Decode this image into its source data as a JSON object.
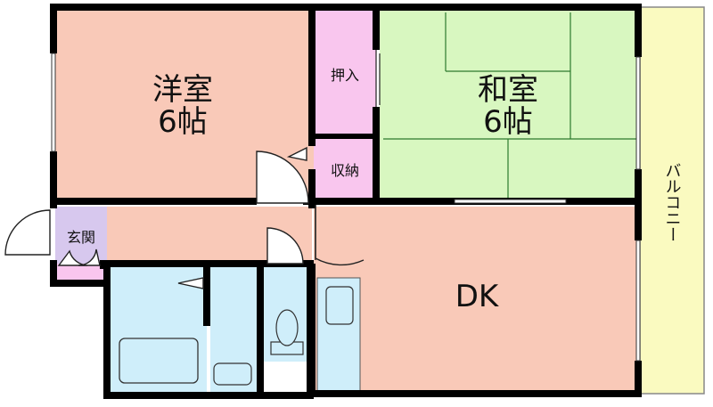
{
  "rooms": {
    "western": {
      "name": "洋室",
      "size": "6帖"
    },
    "japanese": {
      "name": "和室",
      "size": "6帖"
    },
    "closet_oshiire": "押入",
    "storage": "収納",
    "entrance": "玄関",
    "dk": "DK",
    "balcony": "バルコニー"
  },
  "colors": {
    "western": "#f9c9b8",
    "japanese": "#d8f7c0",
    "closet": "#f9c6ee",
    "entrance": "#d7c8ee",
    "dk": "#f9c9b8",
    "bath": "#cfeefa",
    "balcony": "#fafac0",
    "wall": "#000000"
  }
}
